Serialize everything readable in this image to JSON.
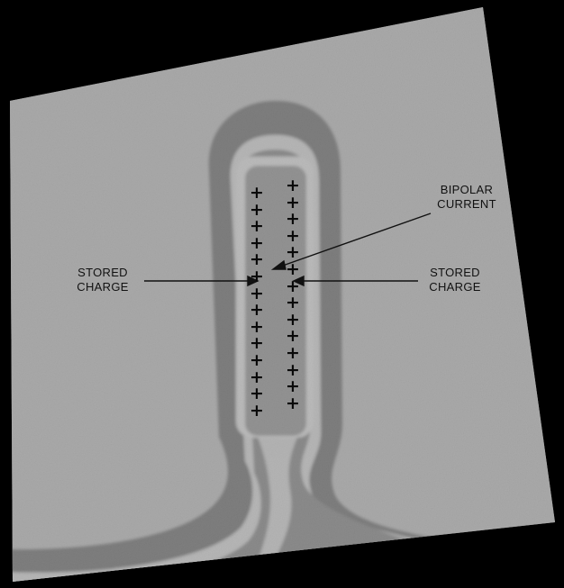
{
  "labels": {
    "bipolar": [
      "BIPOLAR",
      "CURRENT"
    ],
    "stored_left": [
      "STORED",
      "CHARGE"
    ],
    "stored_right": [
      "STORED",
      "CHARGE"
    ]
  },
  "charge_symbol": "+",
  "charge_rows": 14,
  "charge_columns": 2,
  "colors": {
    "background_gray": "#b8b8b8",
    "membrane_dark": "#5d5d5d",
    "halo_light": "#dcdcdc",
    "core_gray": "#8f8f8f",
    "frame_black": "#000000",
    "ink": "#111111"
  }
}
